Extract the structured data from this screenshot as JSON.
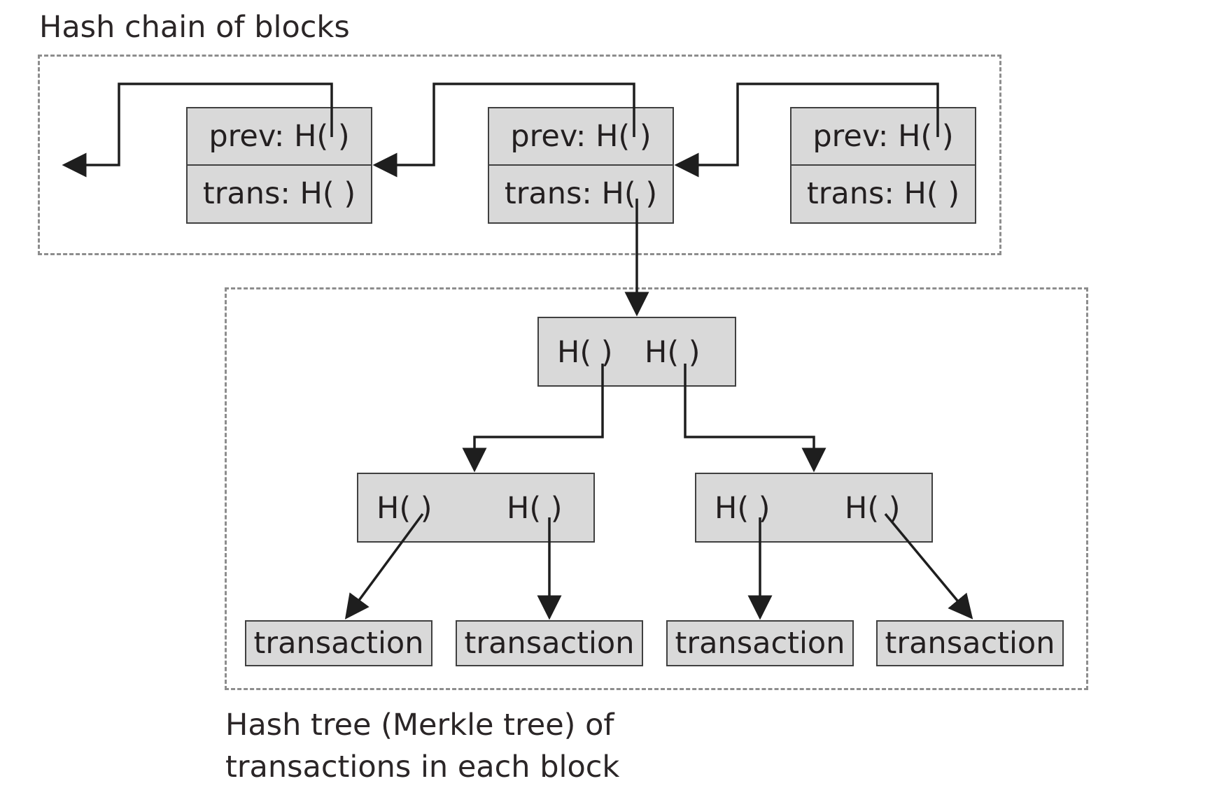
{
  "chain_title": "Hash chain of blocks",
  "tree_title_line1": "Hash tree (Merkle tree) of",
  "tree_title_line2": "transactions in each block",
  "blocks": [
    {
      "prev": "prev: H(   )",
      "trans": "trans: H(   )"
    },
    {
      "prev": "prev: H(   )",
      "trans": "trans: H(   )"
    },
    {
      "prev": "prev: H(   )",
      "trans": "trans: H(   )"
    }
  ],
  "root_node": {
    "left": "H(   )",
    "right": "H(   )"
  },
  "level1_nodes": [
    {
      "left": "H(   )",
      "right": "H(   )"
    },
    {
      "left": "H(   )",
      "right": "H(   )"
    }
  ],
  "transactions": [
    "transaction",
    "transaction",
    "transaction",
    "transaction"
  ]
}
